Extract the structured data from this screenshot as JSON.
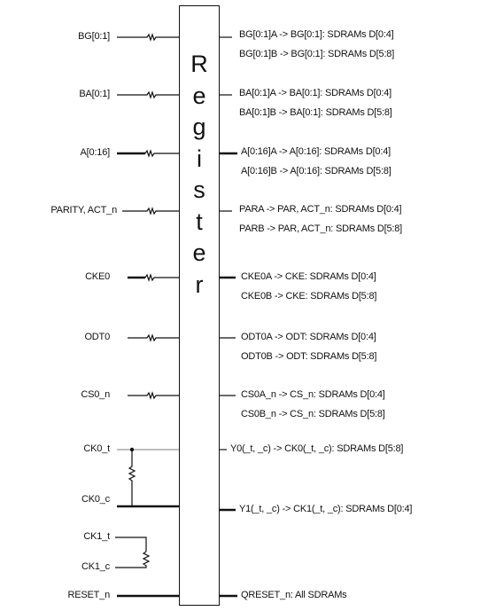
{
  "register": {
    "title_letters": [
      "R",
      "e",
      "g",
      "i",
      "s",
      "t",
      "e",
      "r"
    ]
  },
  "signals": [
    {
      "input": "BG[0:1]",
      "outputs": [
        "BG[0:1]A -> BG[0:1]: SDRAMs D[0:4]",
        "BG[0:1]B -> BG[0:1]: SDRAMs D[5:8]"
      ]
    },
    {
      "input": "BA[0:1]",
      "outputs": [
        "BA[0:1]A -> BA[0:1]: SDRAMs D[0:4]",
        "BA[0:1]B -> BA[0:1]: SDRAMs D[5:8]"
      ]
    },
    {
      "input": "A[0:16]",
      "outputs": [
        "A[0:16]A -> A[0:16]: SDRAMs D[0:4]",
        "A[0:16]B -> A[0:16]: SDRAMs D[5:8]"
      ]
    },
    {
      "input": "PARITY, ACT_n",
      "outputs": [
        "PARA -> PAR, ACT_n: SDRAMs D[0:4]",
        "PARB -> PAR, ACT_n: SDRAMs D[5:8]"
      ]
    },
    {
      "input": "CKE0",
      "outputs": [
        "CKE0A -> CKE: SDRAMs D[0:4]",
        "CKE0B -> CKE: SDRAMs D[5:8]"
      ]
    },
    {
      "input": "ODT0",
      "outputs": [
        "ODT0A -> ODT: SDRAMs D[0:4]",
        "ODT0B -> ODT: SDRAMs D[5:8]"
      ]
    },
    {
      "input": "CS0_n",
      "outputs": [
        "CS0A_n -> CS_n: SDRAMs D[0:4]",
        "CS0B_n -> CS_n: SDRAMs D[5:8]"
      ]
    }
  ],
  "clocks": {
    "ck0_t": "CK0_t",
    "ck0_c": "CK0_c",
    "ck1_t": "CK1_t",
    "ck1_c": "CK1_c",
    "y0_output": "Y0(_t, _c) -> CK0(_t, _c): SDRAMs D[5:8]",
    "y1_output": "Y1(_t, _c) -> CK1(_t, _c): SDRAMs D[0:4]"
  },
  "reset": {
    "input": "RESET_n",
    "output": "QRESET_n: All SDRAMs"
  }
}
